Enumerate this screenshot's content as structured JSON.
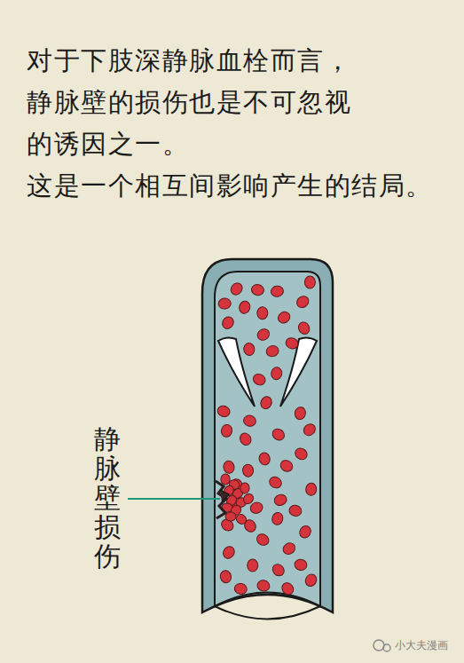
{
  "diagram": {
    "title": "对于下肢深静脉血栓而言， 静脉壁的损伤也是不可忽视 的诱因之一。",
    "labels": [
      "这是一个相互间影响产生的结局。",
      "静脉壁损伤",
      "小大夫漫画"
    ]
  }
}
